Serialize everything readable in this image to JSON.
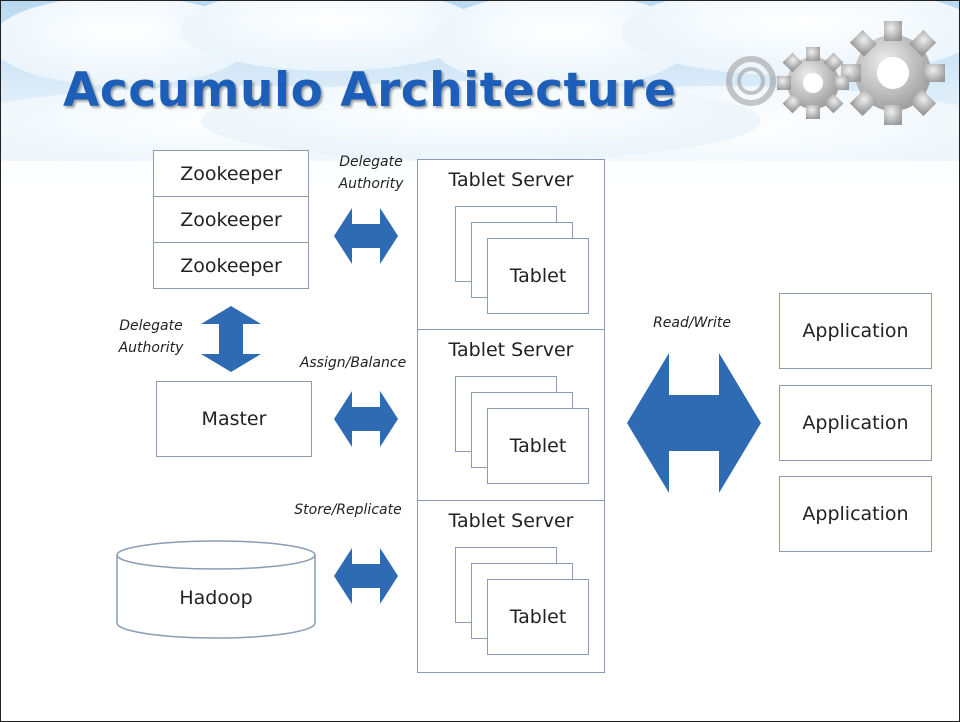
{
  "title": "Accumulo Architecture",
  "zookeepers": [
    "Zookeeper",
    "Zookeeper",
    "Zookeeper"
  ],
  "master": "Master",
  "hadoop": "Hadoop",
  "tablet_servers": [
    {
      "label": "Tablet Server",
      "tablet": "Tablet"
    },
    {
      "label": "Tablet Server",
      "tablet": "Tablet"
    },
    {
      "label": "Tablet Server",
      "tablet": "Tablet"
    }
  ],
  "applications": [
    "Application",
    "Application",
    "Application"
  ],
  "edge_labels": {
    "zk_tablet_line1": "Delegate",
    "zk_tablet_line2": "Authority",
    "zk_master_line1": "Delegate",
    "zk_master_line2": "Authority",
    "master_tablet": "Assign/Balance",
    "hadoop_tablet": "Store/Replicate",
    "app_tablet": "Read/Write"
  },
  "colors": {
    "title": "#1d5fb8",
    "arrow": "#2f6bb3",
    "box_border": "#8a9db4",
    "sky": "#cfe4f5"
  },
  "icons": [
    "gears-icon"
  ]
}
